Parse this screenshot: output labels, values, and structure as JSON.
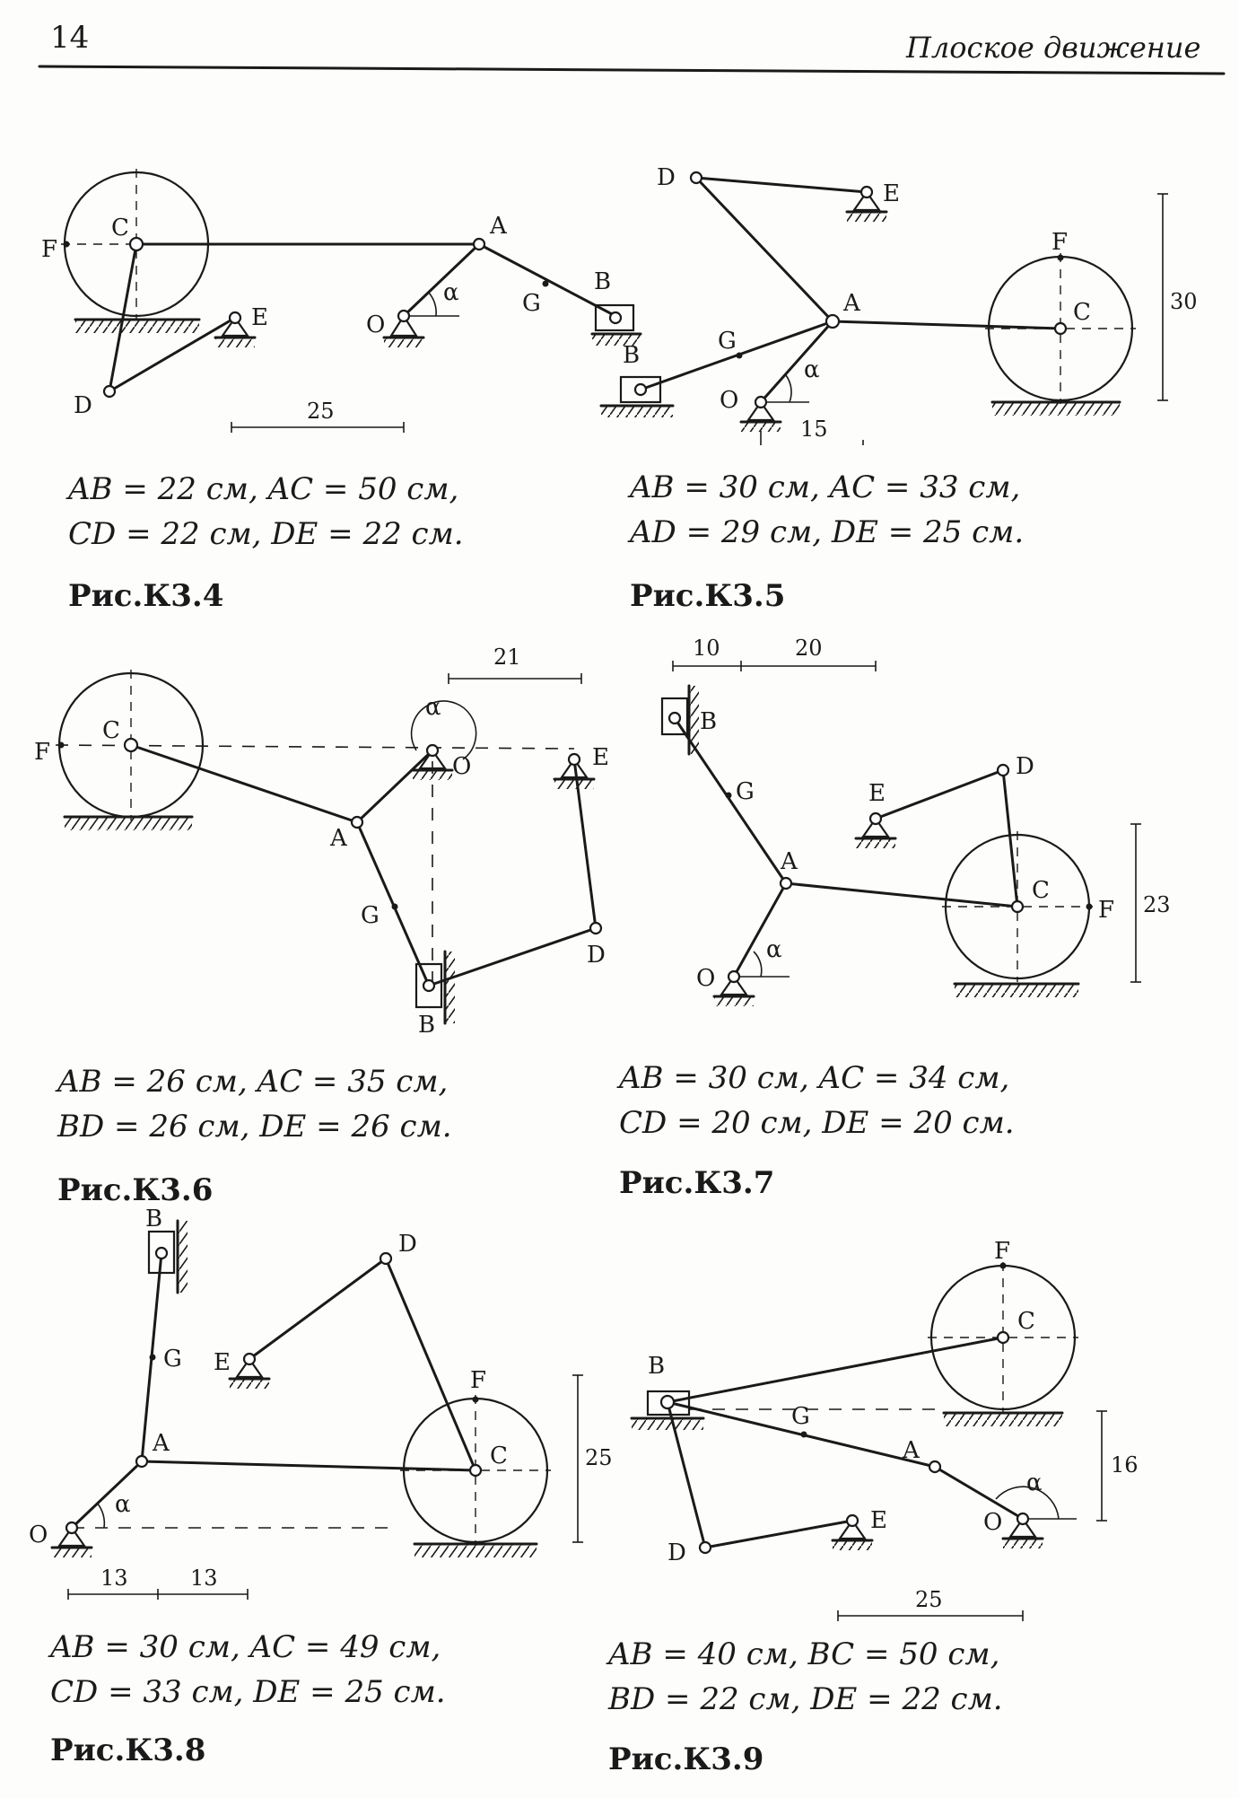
{
  "header": {
    "page_number": "14",
    "running_title": "Плоское движение"
  },
  "figures": [
    {
      "caption": "Рис.К3.4",
      "formula_lines": [
        "AB = 22 см, AC = 50 см,",
        "CD = 22 см, DE = 22 см."
      ],
      "point_labels": [
        "C",
        "F",
        "A",
        "B",
        "G",
        "O",
        "E",
        "D"
      ],
      "angle_label": "α",
      "dimensions": [
        "25"
      ]
    },
    {
      "caption": "Рис.К3.5",
      "formula_lines": [
        "AB = 30 см, AC = 33 см,",
        "AD = 29 см, DE = 25 см."
      ],
      "point_labels": [
        "D",
        "E",
        "F",
        "A",
        "C",
        "G",
        "B",
        "O"
      ],
      "angle_label": "α",
      "dimensions": [
        "30",
        "15"
      ]
    },
    {
      "caption": "Рис.К3.6",
      "formula_lines": [
        "AB = 26 см, AC = 35 см,",
        "BD = 26 см, DE = 26 см."
      ],
      "point_labels": [
        "F",
        "C",
        "O",
        "E",
        "A",
        "G",
        "D",
        "B"
      ],
      "angle_label": "α",
      "dimensions": [
        "21"
      ]
    },
    {
      "caption": "Рис.К3.7",
      "formula_lines": [
        "AB = 30 см, AC = 34 см,",
        "CD = 20 см, DE = 20 см."
      ],
      "point_labels": [
        "B",
        "G",
        "E",
        "D",
        "A",
        "C",
        "F",
        "O"
      ],
      "angle_label": "α",
      "dimensions": [
        "10",
        "20",
        "23"
      ]
    },
    {
      "caption": "Рис.К3.8",
      "formula_lines": [
        "AB = 30 см, AC = 49 см,",
        "CD = 33 см, DE = 25 см."
      ],
      "point_labels": [
        "B",
        "D",
        "G",
        "E",
        "F",
        "A",
        "C",
        "O"
      ],
      "angle_label": "α",
      "dimensions": [
        "25",
        "13",
        "13"
      ]
    },
    {
      "caption": "Рис.К3.9",
      "formula_lines": [
        "AB = 40 см, BC = 50 см,",
        "BD = 22 см, DE = 22 см."
      ],
      "point_labels": [
        "F",
        "C",
        "B",
        "G",
        "A",
        "O",
        "E",
        "D"
      ],
      "angle_label": "α",
      "dimensions": [
        "16",
        "25"
      ]
    }
  ]
}
